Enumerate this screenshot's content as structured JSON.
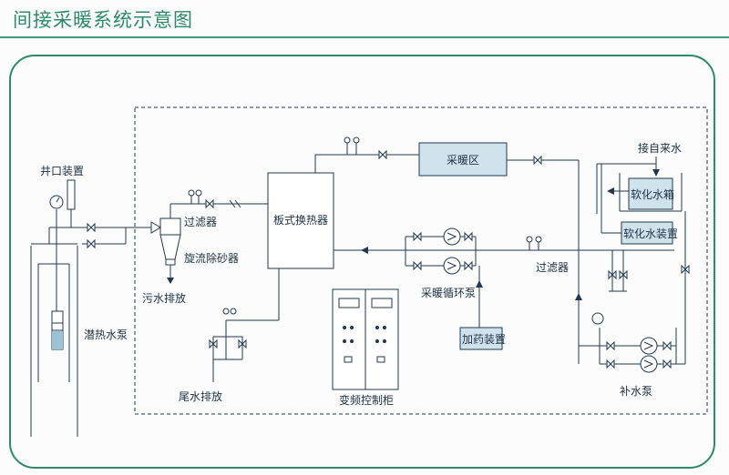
{
  "title": "间接采暖系统示意图",
  "labels": {
    "well_device": "井口装置",
    "submersible_pump": "潜热水泵",
    "strainer1": "过滤器",
    "cyclone": "旋流除砂器",
    "sewage": "污水排放",
    "tail_water": "尾水排放",
    "plate_hx": "板式换热器",
    "heating_zone": "采暖区",
    "tap_water": "接自来水",
    "soft_tank": "软化水箱",
    "softener": "软化水装置",
    "strainer2": "过滤器",
    "circ_pump": "采暖循环泵",
    "dosing": "加药装置",
    "vfd_cabinet": "变频控制柜",
    "makeup_pump": "补水泵"
  },
  "colors": {
    "accent": "#2f8a6a",
    "box_fill": "#cfe3ec",
    "line": "#23384c"
  }
}
